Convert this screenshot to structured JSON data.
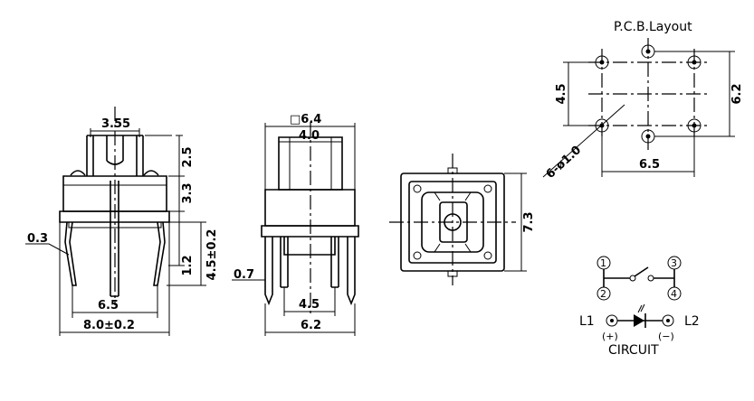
{
  "side_view": {
    "dim_top": "3.55",
    "dim_h1": "2.5",
    "dim_h2": "3.3",
    "dim_h3": "1.2",
    "dim_total": "4.5±0.2",
    "dim_pin": "0.3",
    "dim_pitch": "6.5",
    "dim_width": "8.0±0.2"
  },
  "front_view": {
    "dim_body": "□6.4",
    "dim_cap": "4.0",
    "dim_pin": "0.7",
    "dim_pitch": "4.5",
    "dim_width": "6.2"
  },
  "top_view": {
    "dim_height": "7.3"
  },
  "pcb_layout": {
    "title": "P.C.B.Layout",
    "dim_vertical": "4.5",
    "dim_right": "6.2",
    "dim_hole": "6-ø1.0",
    "dim_bottom": "6.5"
  },
  "circuit": {
    "pins": [
      "1",
      "2",
      "3",
      "4"
    ],
    "l1": "L1",
    "l2": "L2",
    "plus": "(+)",
    "minus": "(−)",
    "title": "CIRCUIT"
  }
}
